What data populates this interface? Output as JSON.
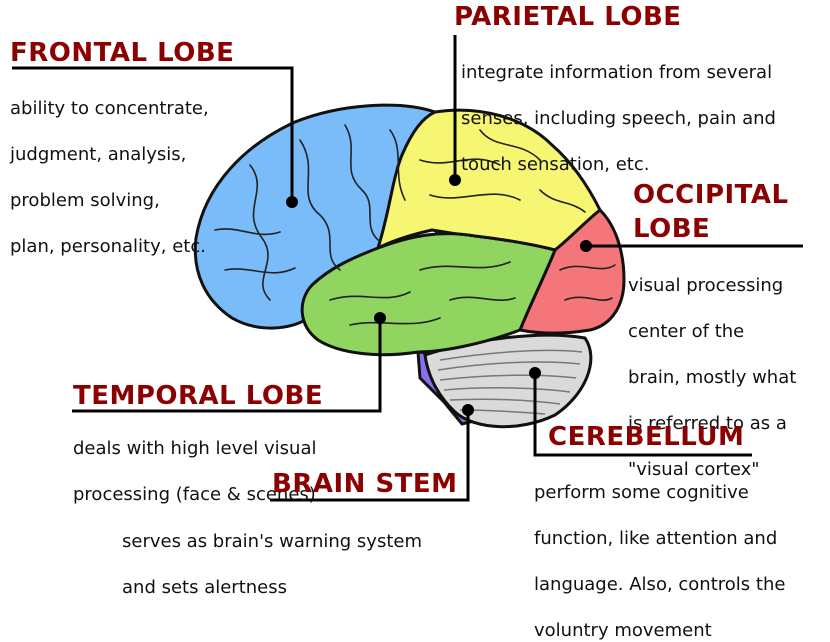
{
  "colors": {
    "frontal": "#7abcf9",
    "parietal": "#f7f673",
    "temporal": "#8fd55f",
    "occipital": "#f4757a",
    "cerebellum": "#dadada",
    "brainstem": "#8b6ff2",
    "title": "#8b0000",
    "text": "#111111"
  },
  "labels": {
    "frontal": {
      "title": "FRONTAL LOBE",
      "lines": [
        "ability to concentrate,",
        "judgment, analysis,",
        "problem solving,",
        "plan, personality, etc."
      ]
    },
    "parietal": {
      "title": "PARIETAL LOBE",
      "lines": [
        "integrate information from several",
        "senses, including speech, pain and",
        "touch sensation, etc."
      ]
    },
    "occipital": {
      "title_lines": [
        "OCCIPITAL",
        "LOBE"
      ],
      "lines": [
        "visual processing",
        "center of the",
        "brain, mostly what",
        "is referred to as a",
        "\"visual cortex\""
      ]
    },
    "temporal": {
      "title": "TEMPORAL LOBE",
      "lines": [
        "deals with high level visual",
        "processing (face & scenes)"
      ]
    },
    "cerebellum": {
      "title": "CEREBELLUM",
      "lines": [
        "perform some cognitive",
        "function, like attention and",
        "language. Also, controls the",
        "voluntry movement"
      ]
    },
    "brainstem": {
      "title": "BRAIN STEM",
      "lines": [
        "serves as brain's warning system",
        "and sets alertness"
      ]
    }
  }
}
